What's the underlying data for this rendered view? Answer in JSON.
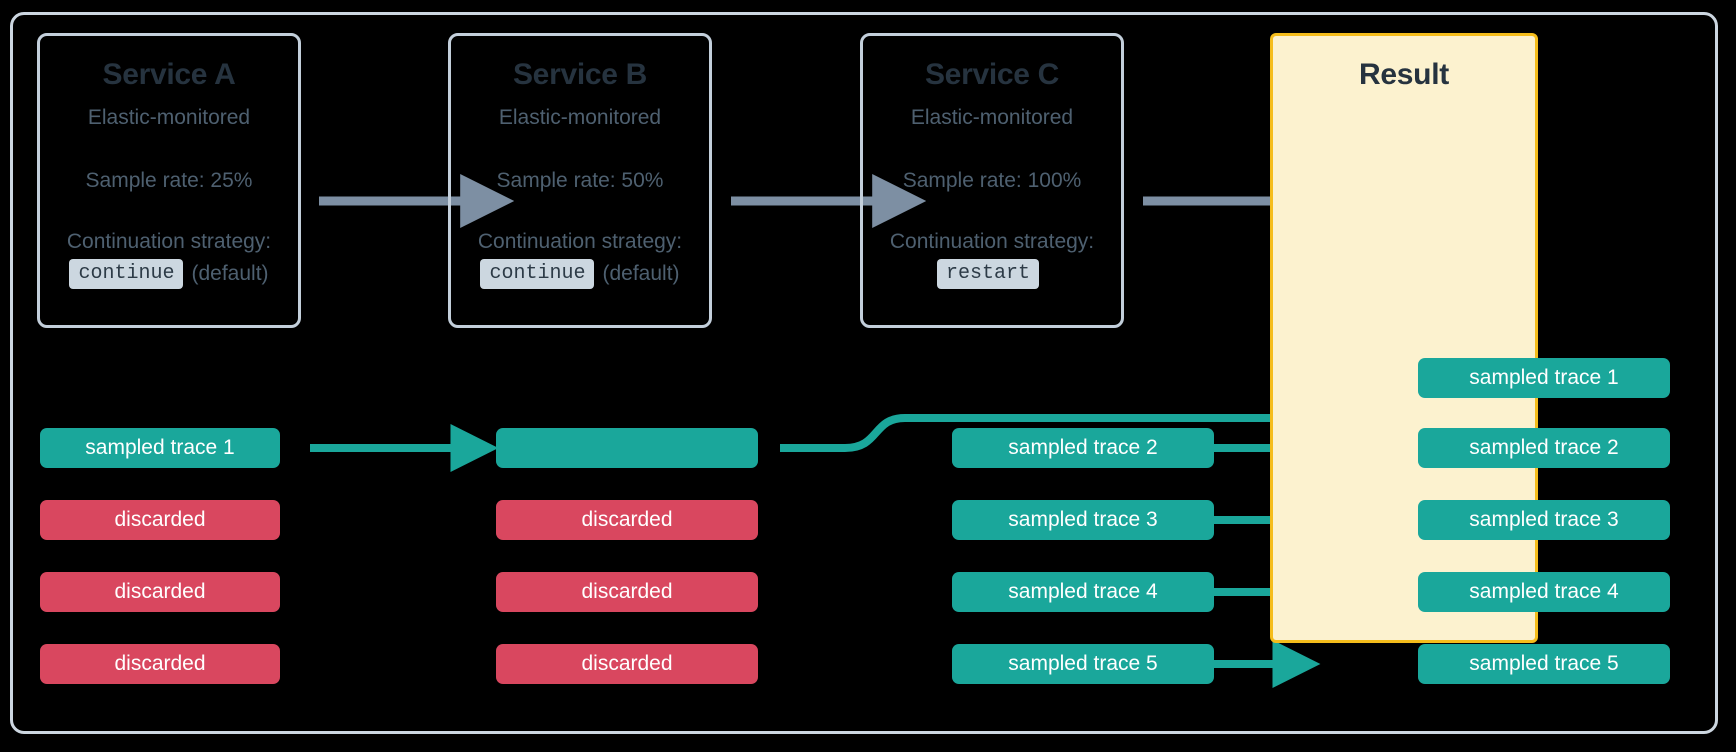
{
  "diagram": {
    "title": "Distributed tracing sampling across services",
    "colors": {
      "sampled": "#1aa79b",
      "discarded": "#d9475f",
      "result_fill": "#fcf2cf",
      "result_border": "#f5bd1b",
      "gray_arrow": "#7d8fa3",
      "card_border": "#c3cfdb",
      "text": "#4e6070",
      "heading": "#26333f",
      "badge_bg": "#ccd7e0"
    }
  },
  "services": [
    {
      "name": "Service A",
      "monitored": "Elastic-monitored",
      "sample_rate": "Sample rate: 25%",
      "strategy_label": "Continuation strategy:",
      "strategy_value": "continue",
      "strategy_note": "(default)"
    },
    {
      "name": "Service B",
      "monitored": "Elastic-monitored",
      "sample_rate": "Sample rate: 50%",
      "strategy_label": "Continuation strategy:",
      "strategy_value": "continue",
      "strategy_note": "(default)"
    },
    {
      "name": "Service C",
      "monitored": "Elastic-monitored",
      "sample_rate": "Sample rate: 100%",
      "strategy_label": "Continuation strategy:",
      "strategy_value": "restart",
      "strategy_note": ""
    }
  ],
  "result": {
    "title": "Result",
    "traces": [
      "sampled trace 1",
      "sampled trace 2",
      "sampled trace 3",
      "sampled trace 4",
      "sampled trace 5"
    ]
  },
  "columns": {
    "service_a": [
      {
        "label": "sampled trace 1",
        "state": "sampled"
      },
      {
        "label": "discarded",
        "state": "discarded"
      },
      {
        "label": "discarded",
        "state": "discarded"
      },
      {
        "label": "discarded",
        "state": "discarded"
      }
    ],
    "service_b": [
      {
        "label": "",
        "state": "sampled"
      },
      {
        "label": "discarded",
        "state": "discarded"
      },
      {
        "label": "discarded",
        "state": "discarded"
      },
      {
        "label": "discarded",
        "state": "discarded"
      }
    ],
    "service_c": [
      {
        "label": "sampled trace 2",
        "state": "sampled"
      },
      {
        "label": "sampled trace 3",
        "state": "sampled"
      },
      {
        "label": "sampled trace 4",
        "state": "sampled"
      },
      {
        "label": "sampled trace 5",
        "state": "sampled"
      }
    ]
  }
}
